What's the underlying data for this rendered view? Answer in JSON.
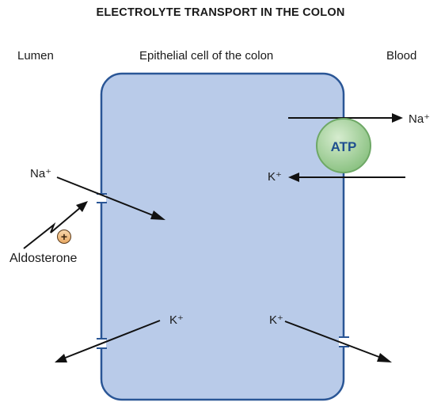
{
  "title": "ELECTROLYTE TRANSPORT IN THE COLON",
  "regions": {
    "lumen": "Lumen",
    "cell": "Epithelial cell of the colon",
    "blood": "Blood"
  },
  "pump": {
    "label": "ATP"
  },
  "ions": {
    "na_basolateral": "Na⁺",
    "k_basolateral": "K⁺",
    "na_apical": "Na⁺",
    "k_apical": "K⁺",
    "k_basolateral_efflux": "K⁺"
  },
  "hormone": {
    "label": "Aldosterone",
    "effect_symbol": "+"
  },
  "colors": {
    "cell_fill": "#b9cbe9",
    "cell_stroke": "#2a5696",
    "pump_fill": "#a9d5a0",
    "pump_text": "#1f4f8f",
    "plus_fill": "#f2c18a"
  }
}
